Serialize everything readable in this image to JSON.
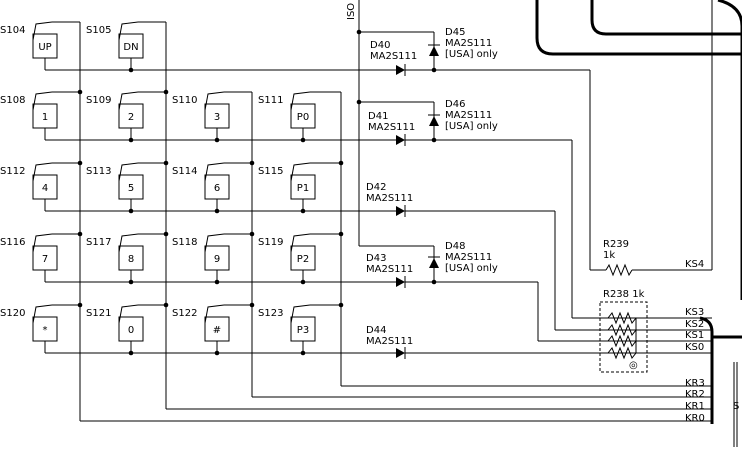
{
  "colors": {
    "line": "#000000",
    "background": "#ffffff"
  },
  "iso_label": "ISO",
  "switches": [
    {
      "ref": "S104",
      "key": "UP"
    },
    {
      "ref": "S105",
      "key": "DN"
    },
    {
      "ref": "S108",
      "key": "1"
    },
    {
      "ref": "S109",
      "key": "2"
    },
    {
      "ref": "S110",
      "key": "3"
    },
    {
      "ref": "S111",
      "key": "P0"
    },
    {
      "ref": "S112",
      "key": "4"
    },
    {
      "ref": "S113",
      "key": "5"
    },
    {
      "ref": "S114",
      "key": "6"
    },
    {
      "ref": "S115",
      "key": "P1"
    },
    {
      "ref": "S116",
      "key": "7"
    },
    {
      "ref": "S117",
      "key": "8"
    },
    {
      "ref": "S118",
      "key": "9"
    },
    {
      "ref": "S119",
      "key": "P2"
    },
    {
      "ref": "S120",
      "key": "*"
    },
    {
      "ref": "S121",
      "key": "0"
    },
    {
      "ref": "S122",
      "key": "#"
    },
    {
      "ref": "S123",
      "key": "P3"
    }
  ],
  "diodes": [
    {
      "ref": "D40",
      "part": "MA2S111"
    },
    {
      "ref": "D45",
      "part": "MA2S111",
      "note": "[USA] only"
    },
    {
      "ref": "D41",
      "part": "MA2S111"
    },
    {
      "ref": "D46",
      "part": "MA2S111",
      "note": "[USA] only"
    },
    {
      "ref": "D42",
      "part": "MA2S111"
    },
    {
      "ref": "D43",
      "part": "MA2S111"
    },
    {
      "ref": "D48",
      "part": "MA2S111",
      "note": "[USA] only"
    },
    {
      "ref": "D44",
      "part": "MA2S111"
    }
  ],
  "resistors": [
    {
      "ref": "R239",
      "value": "1k"
    },
    {
      "ref": "R238 1k"
    }
  ],
  "array_mark": "◎",
  "nets": [
    "KS4",
    "KS3",
    "KS2",
    "KS1",
    "KS0",
    "KR3",
    "KR2",
    "KR1",
    "KR0"
  ],
  "edge_text": "S"
}
